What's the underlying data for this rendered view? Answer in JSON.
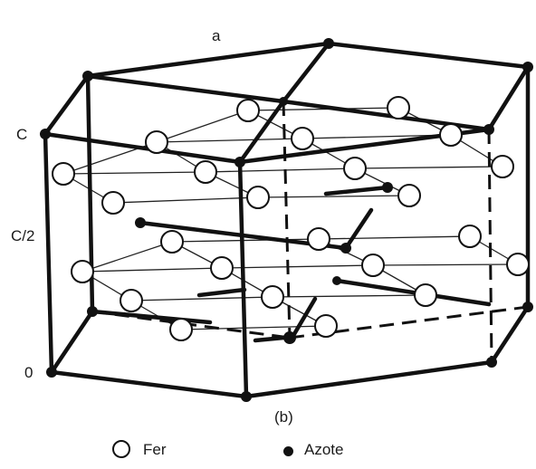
{
  "labels": {
    "lattice_a": "a",
    "axis_c": "C",
    "axis_c_half": "C/2",
    "axis_zero": "0",
    "panel": "(b)"
  },
  "legend": {
    "fe_label": "Fer",
    "n_label": "Azote",
    "fe_icon": "open-circle",
    "n_icon": "filled-dot"
  },
  "colors": {
    "ink": "#111111",
    "paper": "#ffffff"
  }
}
